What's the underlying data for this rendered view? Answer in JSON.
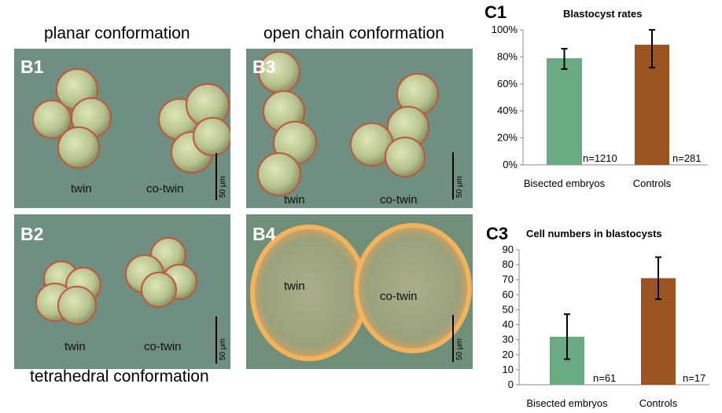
{
  "captions": {
    "planar": "planar conformation",
    "open_chain": "open chain conformation",
    "tetrahedral": "tetrahedral conformation"
  },
  "panels": {
    "b1": {
      "label": "B1",
      "twin": "twin",
      "cotwin": "co-twin",
      "scale": "50 μm"
    },
    "b2": {
      "label": "B2",
      "twin": "twin",
      "cotwin": "co-twin",
      "scale": "50 μm"
    },
    "b3": {
      "label": "B3",
      "twin": "twin",
      "cotwin": "co-twin",
      "scale": "50 μm"
    },
    "b4": {
      "label": "B4",
      "twin": "twin",
      "cotwin": "co-twin",
      "scale": "50 μm"
    }
  },
  "colors": {
    "bisected": "#6aaa82",
    "controls": "#9c5423",
    "micrograph_bg": "#6f8f82"
  },
  "chart_data": [
    {
      "id": "C1",
      "type": "bar",
      "title": "Blastocyst rates",
      "categories": [
        "Bisected embryos",
        "Controls"
      ],
      "values": [
        79,
        89
      ],
      "error_low": [
        71,
        72
      ],
      "error_high": [
        86,
        100
      ],
      "n_labels": [
        "n=1210",
        "n=281"
      ],
      "yticks": [
        "0%",
        "20%",
        "40%",
        "60%",
        "80%",
        "100%"
      ],
      "ylim": [
        0,
        100
      ],
      "grid": false
    },
    {
      "id": "C3",
      "type": "bar",
      "title": "Cell numbers in blastocysts",
      "categories": [
        "Bisected embryos",
        "Controls"
      ],
      "values": [
        32,
        71
      ],
      "error_low": [
        17,
        57
      ],
      "error_high": [
        47,
        85
      ],
      "n_labels": [
        "n=61",
        "n=17"
      ],
      "yticks": [
        "0",
        "10",
        "20",
        "30",
        "40",
        "50",
        "60",
        "70",
        "80",
        "90"
      ],
      "ylim": [
        0,
        90
      ],
      "grid": false
    }
  ]
}
